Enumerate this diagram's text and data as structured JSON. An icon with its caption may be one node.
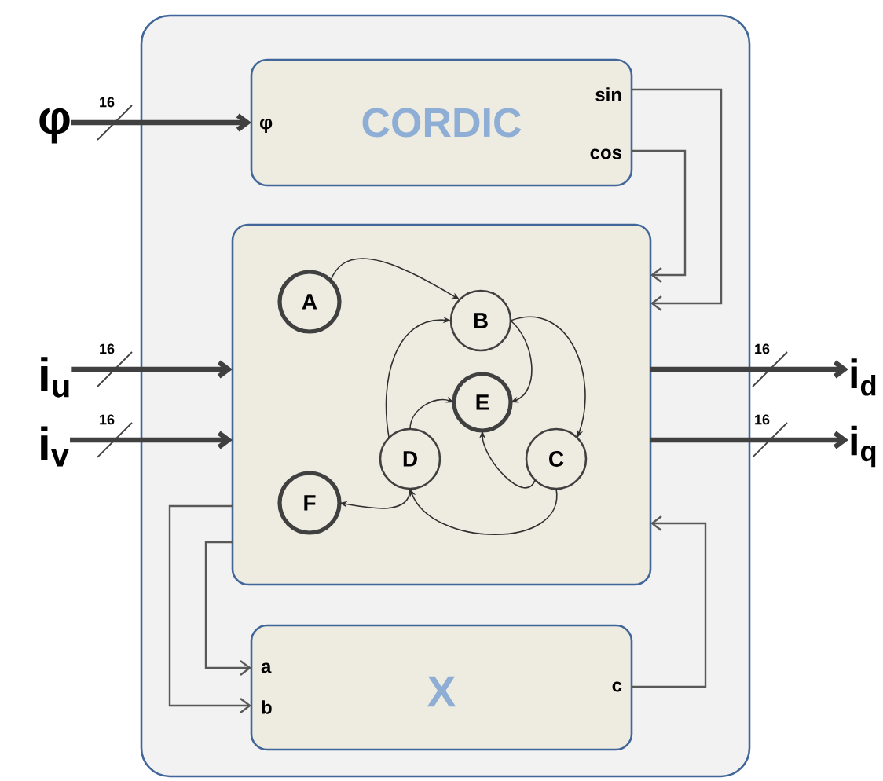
{
  "diagram": {
    "nodes": [
      {
        "text": [],
        "shape": "box"
      },
      {
        "text": [
          "φ"
        ]
      },
      {
        "text": [
          "i$_{u}$"
        ]
      },
      {
        "text": [
          "i$_{v}$"
        ]
      },
      {
        "text": [
          "φ",
          "CORDIC",
          "sin",
          "cos"
        ],
        "in": 0
      },
      {
        "text": [],
        "shape": "box",
        "in": 0
      },
      {
        "text": [
          "A"
        ],
        "in": 5
      },
      {
        "text": [
          "B"
        ],
        "in": 5
      },
      {
        "text": [
          "E"
        ],
        "in": 5
      },
      {
        "text": [
          "D"
        ],
        "in": 5
      },
      {
        "text": [
          "C"
        ],
        "in": 5
      },
      {
        "text": [
          "F"
        ],
        "in": 5
      },
      {
        "text": [
          "a",
          "b",
          "X",
          "c"
        ],
        "in": 0
      },
      {
        "text": [
          "i$_{d}$"
        ]
      },
      {
        "text": [
          "i$_{q}$"
        ]
      }
    ],
    "edges": [
      {
        "from": 1,
        "to": 4,
        "arrow": "to",
        "label": "16",
        "style": "thick"
      },
      {
        "from": 2,
        "to": 5,
        "arrow": "to",
        "label": "16",
        "style": "thick"
      },
      {
        "from": 3,
        "to": 5,
        "arrow": "to",
        "label": "16",
        "style": "thick"
      },
      {
        "from": 5,
        "to": 13,
        "arrow": "to",
        "label": "16",
        "style": "thick"
      },
      {
        "from": 5,
        "to": 14,
        "arrow": "to",
        "label": "16",
        "style": "thick"
      },
      {
        "from": 4,
        "to": 5,
        "arrow": "to"
      },
      {
        "from": 4,
        "to": 5,
        "arrow": "to"
      },
      {
        "from": 5,
        "to": 12,
        "arrow": "to"
      },
      {
        "from": 5,
        "to": 12,
        "arrow": "to"
      },
      {
        "from": 12,
        "to": 5,
        "arrow": "to"
      },
      {
        "from": 6,
        "to": 7,
        "arrow": "to"
      },
      {
        "from": 9,
        "to": 7,
        "arrow": "to"
      },
      {
        "from": 7,
        "to": 8,
        "arrow": "to"
      },
      {
        "from": 7,
        "to": 10,
        "arrow": "to"
      },
      {
        "from": 9,
        "to": 8,
        "arrow": "to"
      },
      {
        "from": 10,
        "to": 8,
        "arrow": "to"
      },
      {
        "from": 10,
        "to": 9,
        "arrow": "to"
      },
      {
        "from": 9,
        "to": 11,
        "arrow": "to"
      }
    ]
  }
}
